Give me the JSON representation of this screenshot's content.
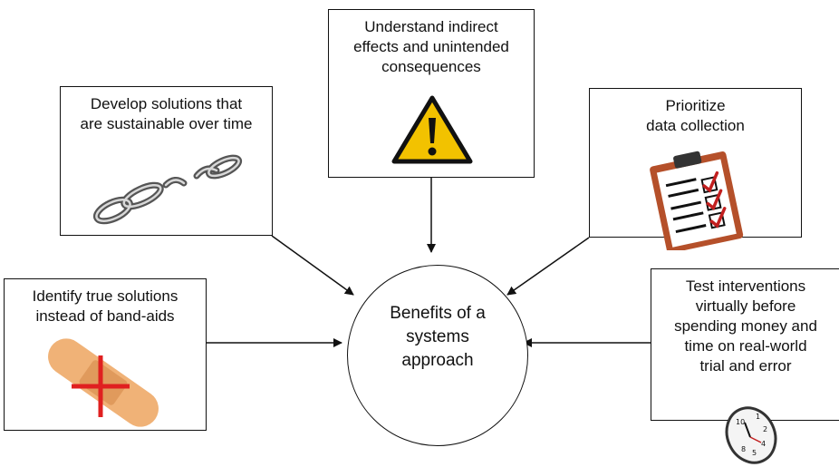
{
  "center": {
    "label": "Benefits of a\nsystems\napproach"
  },
  "boxes": {
    "sustainable": {
      "text": "Develop solutions that\nare sustainable over time",
      "icon": "broken-chain-icon"
    },
    "indirect": {
      "text": "Understand indirect\neffects and unintended\nconsequences",
      "icon": "warning-icon"
    },
    "prioritize": {
      "text": "Prioritize\ndata collection",
      "icon": "clipboard-checklist-icon"
    },
    "true_solutions": {
      "text": "Identify true solutions\ninstead of band-aids",
      "icon": "bandage-icon"
    },
    "test": {
      "text": "Test interventions\nvirtually before\nspending money and\ntime on real-world\ntrial and error",
      "icon": "clock-icon"
    }
  },
  "colors": {
    "warning_yellow": "#f2c200",
    "clipboard_brown": "#b5502a",
    "bandage_tan": "#f0b277",
    "cross_red": "#e02020",
    "check_red": "#c21f1f"
  }
}
